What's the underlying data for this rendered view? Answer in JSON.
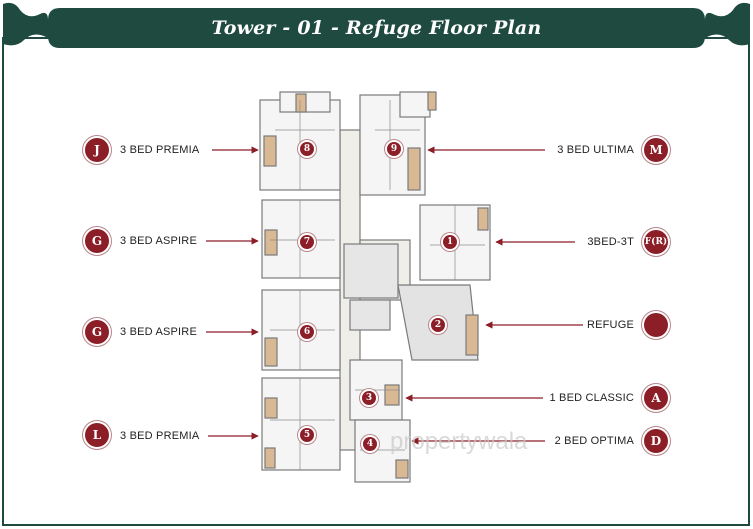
{
  "title": "Tower - 01 - Refuge Floor Plan",
  "colors": {
    "frame": "#1e4a3f",
    "badge": "#8b1e27",
    "arrow": "#8b1e27",
    "wall": "#6e6e6e",
    "room_fill": "#f4f4f4",
    "wood": "#cfa882"
  },
  "units_left": [
    {
      "badge": "J",
      "label": "3 BED PREMIA",
      "unit_no": "8"
    },
    {
      "badge": "G",
      "label": "3 BED ASPIRE",
      "unit_no": "7"
    },
    {
      "badge": "G",
      "label": "3 BED ASPIRE",
      "unit_no": "6"
    },
    {
      "badge": "L",
      "label": "3 BED PREMIA",
      "unit_no": "5"
    }
  ],
  "units_right": [
    {
      "badge": "M",
      "label": "3 BED ULTIMA",
      "unit_no": "9"
    },
    {
      "badge": "F(R)",
      "label": "3BED-3T",
      "unit_no": "1"
    },
    {
      "badge": "",
      "label": "REFUGE",
      "unit_no": "2"
    },
    {
      "badge": "A",
      "label": "1 BED CLASSIC",
      "unit_no": "3"
    },
    {
      "badge": "D",
      "label": "2 BED OPTIMA",
      "unit_no": "4"
    }
  ],
  "watermark": "propertywala"
}
